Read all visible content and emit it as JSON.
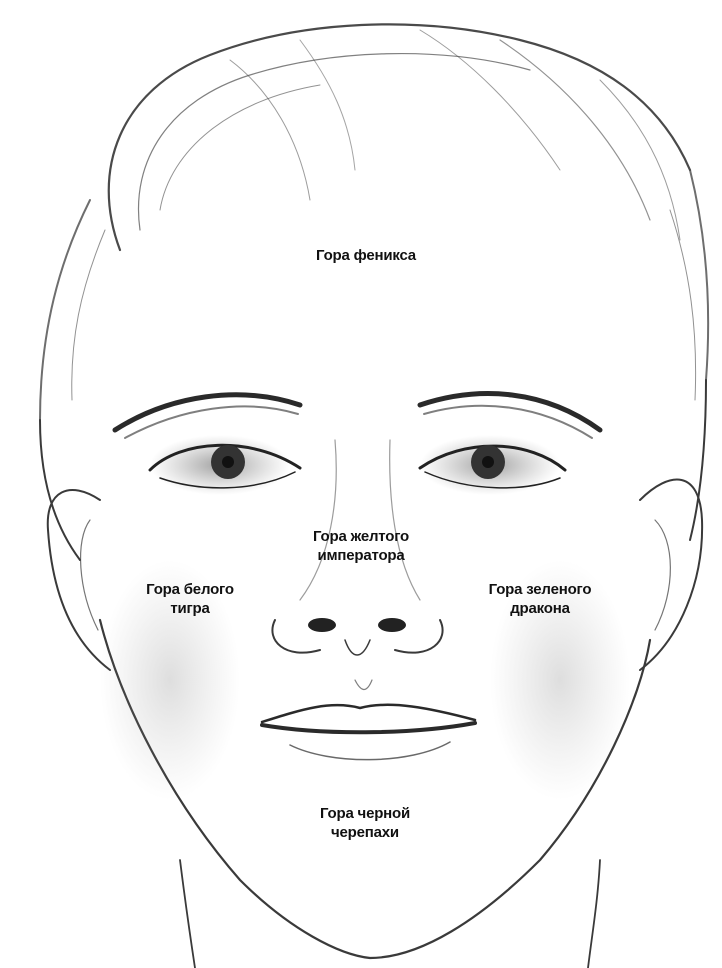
{
  "labels": {
    "phoenix": {
      "lines": [
        "Гора феникса"
      ]
    },
    "yellow_emperor": {
      "lines": [
        "Гора желтого",
        "императора"
      ]
    },
    "white_tiger": {
      "lines": [
        "Гора белого",
        "тигра"
      ]
    },
    "green_dragon": {
      "lines": [
        "Гора зеленого",
        "дракона"
      ]
    },
    "black_turtle": {
      "lines": [
        "Гора черной",
        "черепахи"
      ]
    }
  },
  "colors": {
    "ink": "#111111",
    "pencil": "#3a3a3a",
    "shade": "#9a9a9a",
    "paper": "#ffffff"
  }
}
